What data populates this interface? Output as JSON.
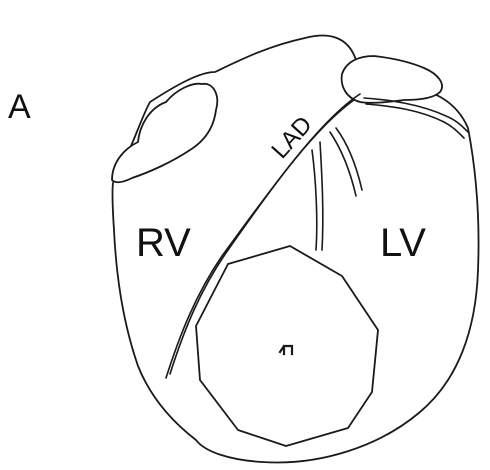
{
  "figure": {
    "panel_label": "A",
    "labels": {
      "lad": "LAD",
      "rv": "RV",
      "lv": "LV"
    },
    "colors": {
      "ink": "#1a1a1a",
      "background": "#ffffff"
    }
  }
}
